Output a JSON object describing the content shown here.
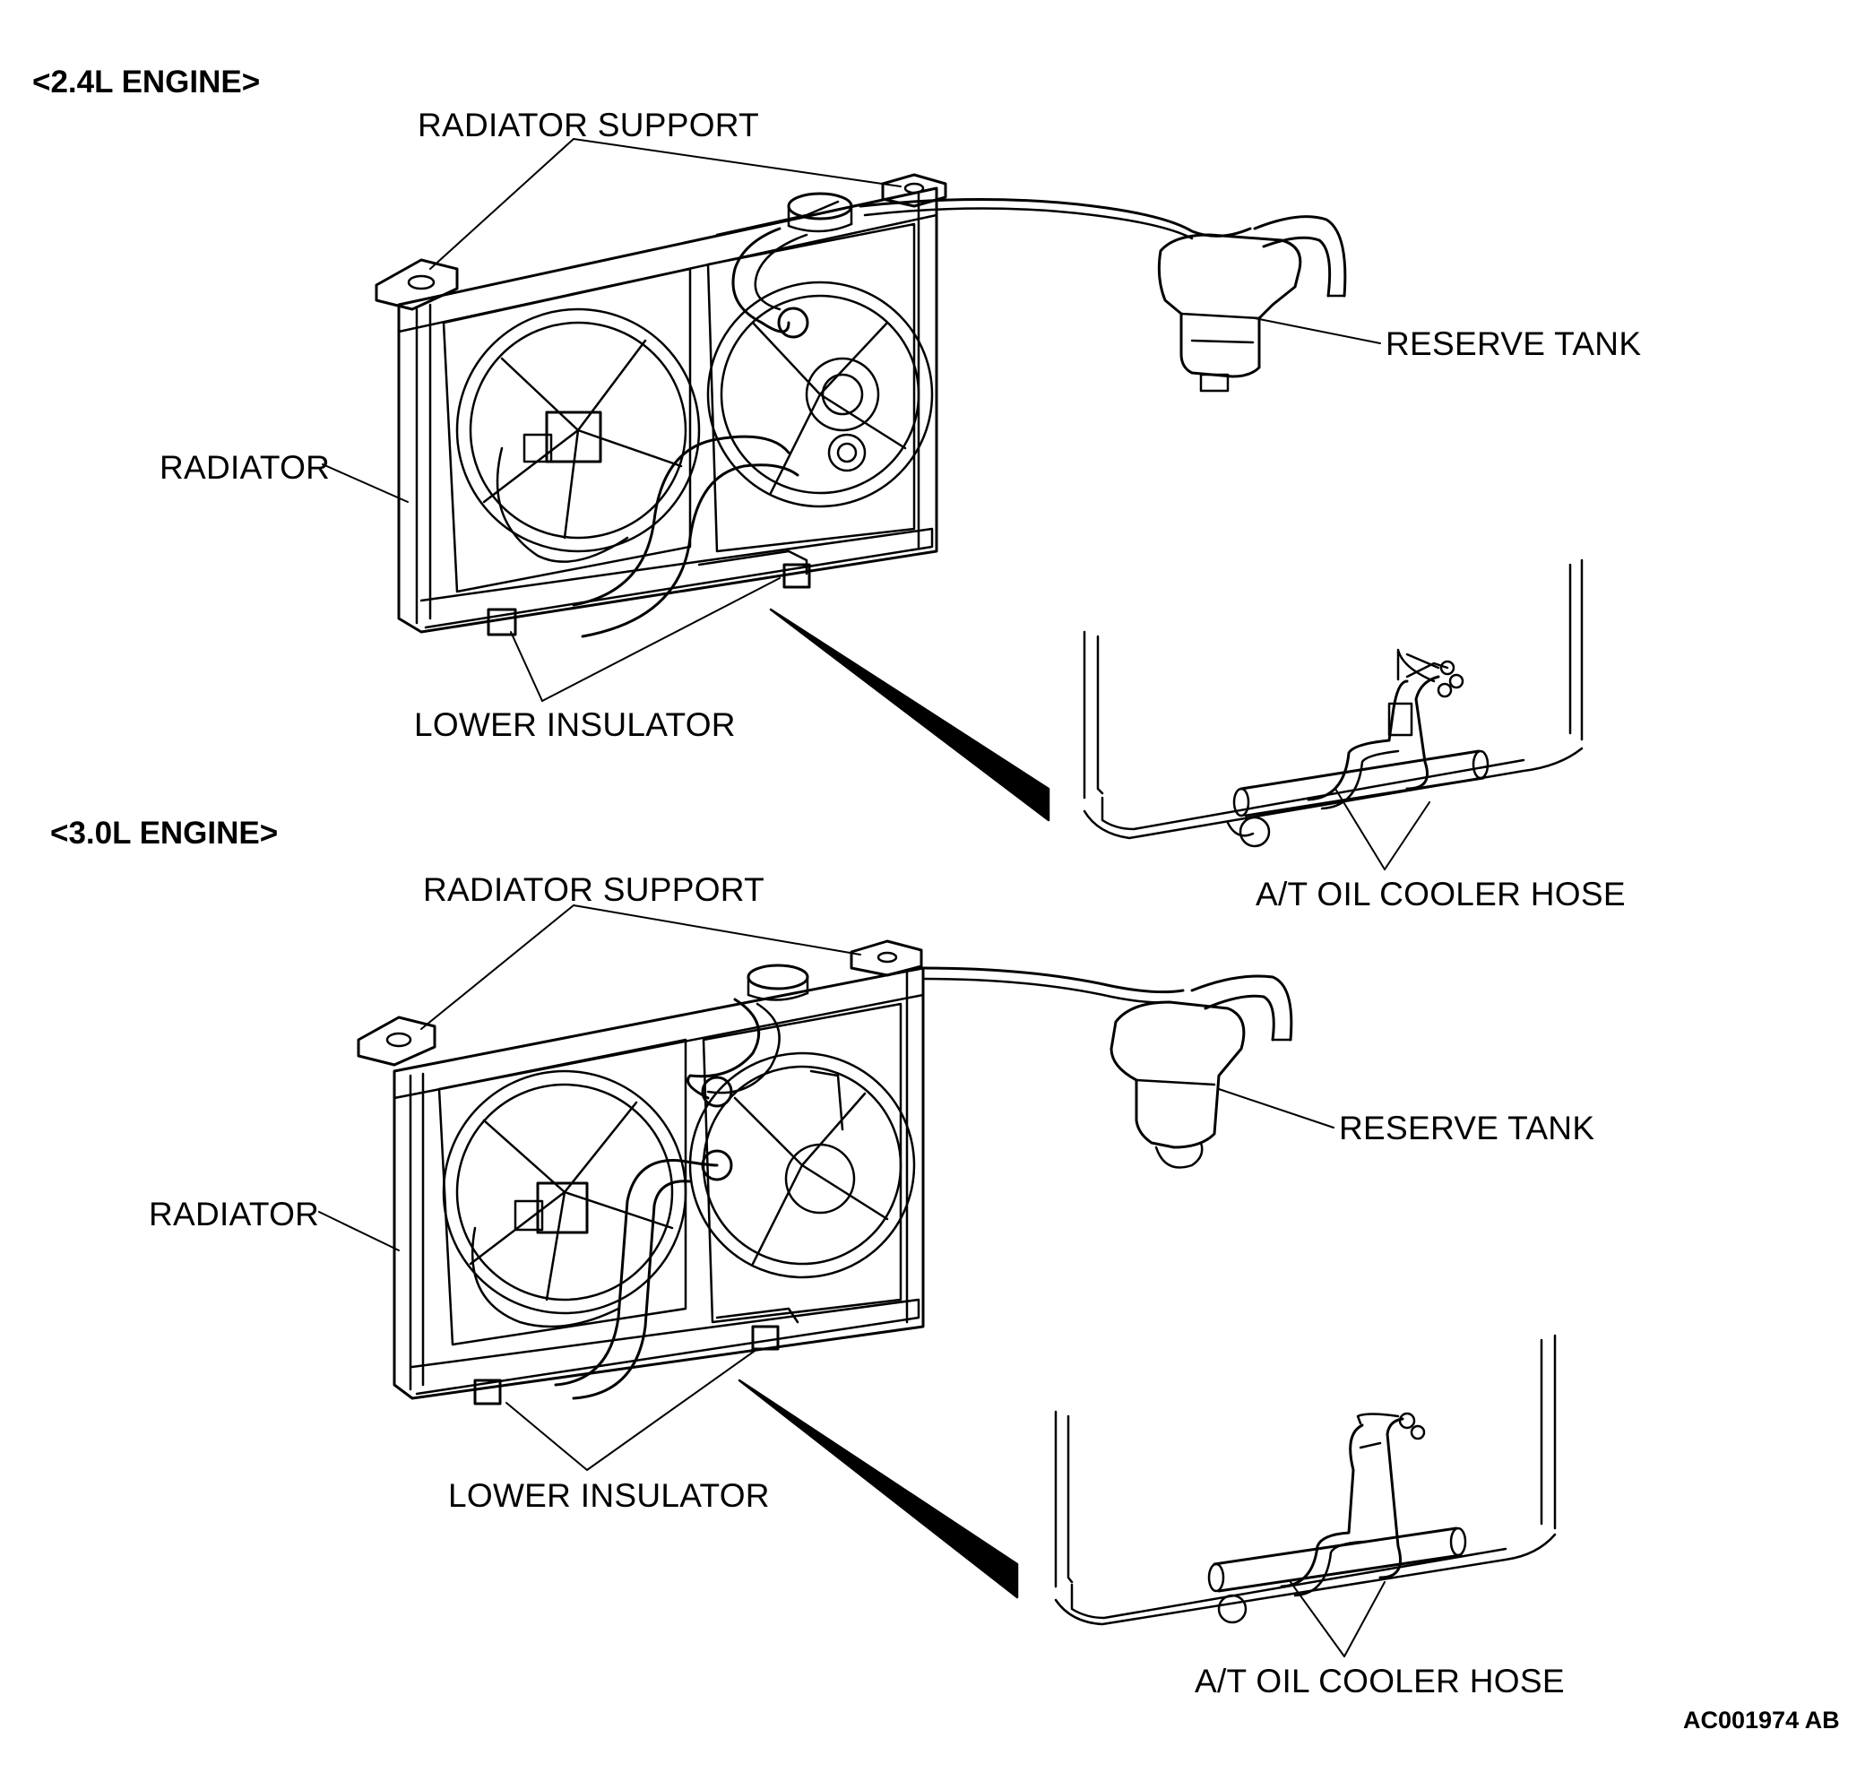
{
  "sections": [
    {
      "heading": "<2.4L ENGINE>",
      "labels": {
        "radiator_support": "RADIATOR SUPPORT",
        "reserve_tank": "RESERVE TANK",
        "radiator": "RADIATOR",
        "lower_insulator": "LOWER INSULATOR",
        "oil_cooler_hose": "A/T OIL COOLER HOSE"
      }
    },
    {
      "heading": "<3.0L ENGINE>",
      "labels": {
        "radiator_support": "RADIATOR SUPPORT",
        "reserve_tank": "RESERVE TANK",
        "radiator": "RADIATOR",
        "lower_insulator": "LOWER INSULATOR",
        "oil_cooler_hose": "A/T OIL COOLER HOSE"
      }
    }
  ],
  "figure_code": "AC001974 AB"
}
